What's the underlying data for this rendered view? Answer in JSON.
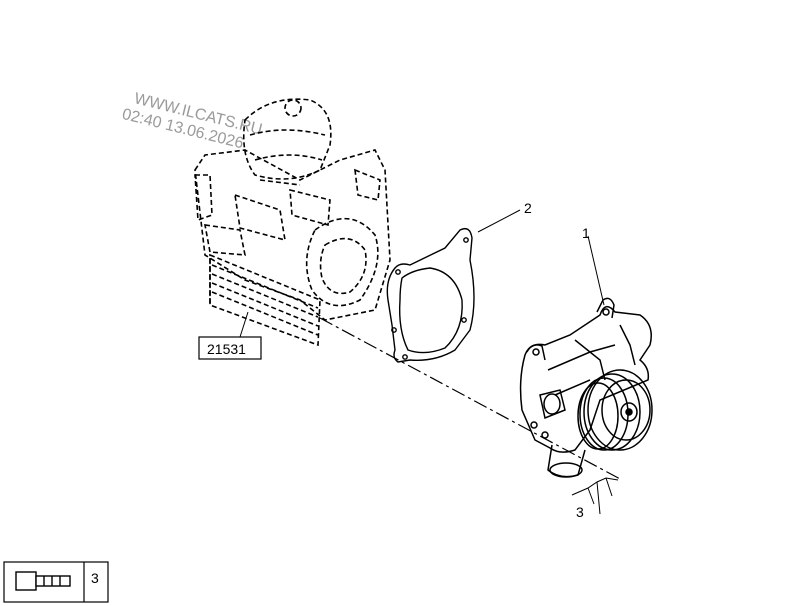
{
  "watermark": {
    "site": "WWW.ILCATS.RU",
    "timestamp": "02:40 13.06.2026"
  },
  "callouts": {
    "water_pump": "1",
    "gasket": "2",
    "bolt": "3"
  },
  "reference_box": {
    "label": "21531"
  },
  "legend": {
    "bolt_number": "3"
  }
}
